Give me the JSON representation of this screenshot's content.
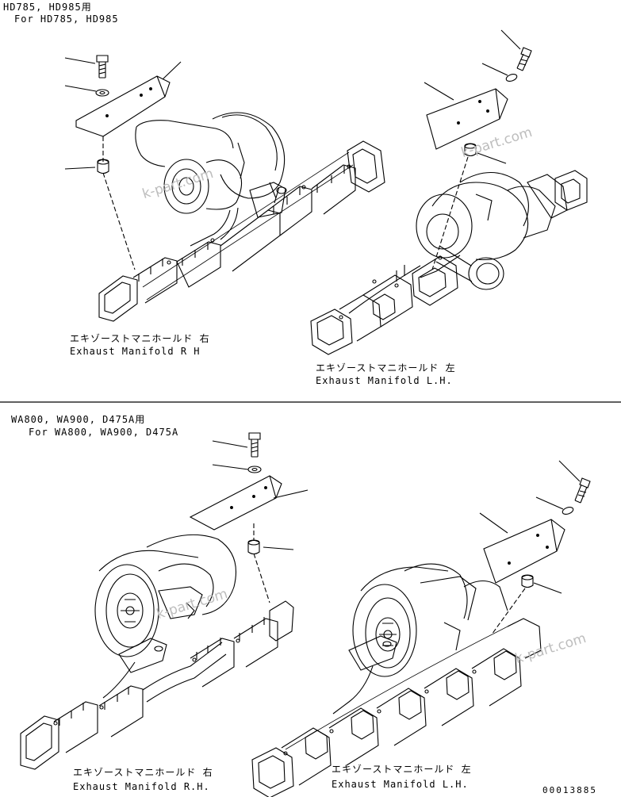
{
  "sections": [
    {
      "heading_jp": "HD785, HD985用",
      "heading_en": "For HD785, HD985",
      "right_label_jp": "エキゾーストマニホールド 右",
      "right_label_en": "Exhaust Manifold R H",
      "left_label_jp": "エキゾーストマニホールド 左",
      "left_label_en": "Exhaust Manifold L.H."
    },
    {
      "heading_jp": "WA800, WA900, D475A用",
      "heading_en": "For WA800, WA900, D475A",
      "right_label_jp": "エキゾーストマニホールド 右",
      "right_label_en": "Exhaust Manifold R.H.",
      "left_label_jp": "エキゾーストマニホールド 左",
      "left_label_en": "Exhaust Manifold L.H."
    }
  ],
  "watermark": "k-part.com",
  "drawing_number": "00013885"
}
